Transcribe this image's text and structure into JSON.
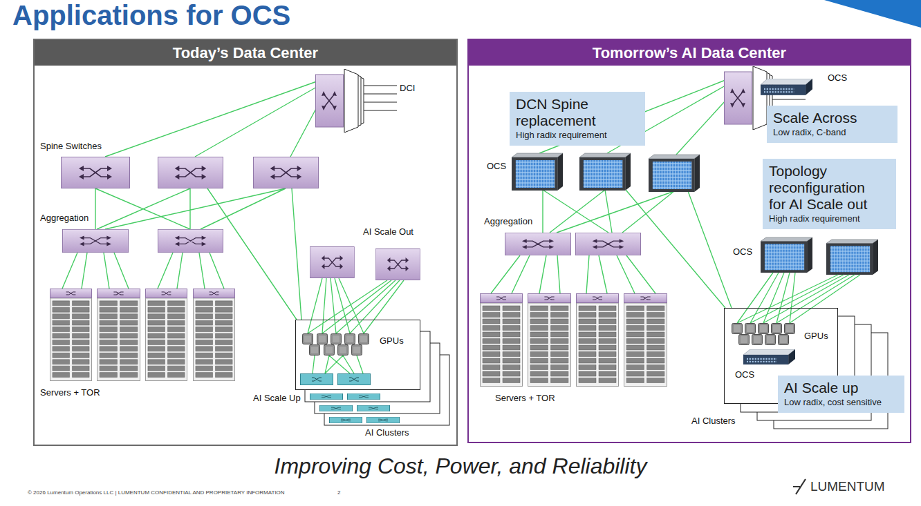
{
  "diagram": {
    "title": "Applications for OCS",
    "caption": "Improving Cost, Power, and Reliability",
    "nodes": [
      {
        "text": [
          "Today’s Data Center"
        ]
      },
      {
        "text": [
          "GPUs"
        ],
        "in": 0
      },
      {
        "text": [
          "Tomorrow’s AI Data Center"
        ]
      },
      {
        "text": [
          "DCN Spine replacement",
          "High radix requirement"
        ],
        "in": 2
      },
      {
        "text": [
          "Scale Across",
          "Low radix, C-band"
        ],
        "in": 2
      },
      {
        "text": [
          "Topology reconfiguration for AI Scale out",
          "High radix requirement"
        ],
        "in": 2
      },
      {
        "text": [
          "GPUs"
        ],
        "in": 2
      },
      {
        "text": [
          "AI Scale up",
          "Low radix, cost sensitive"
        ],
        "in": 2
      }
    ],
    "labels": [
      "DCI",
      "Spine Switches",
      "Aggregation",
      "AI Scale Out",
      "Servers + TOR",
      "AI Scale Up",
      "AI Clusters",
      "OCS",
      "OCS",
      "Aggregation",
      "OCS",
      "Servers + TOR",
      "OCS",
      "AI Clusters",
      "© 2026 Lumentum Operations LLC | LUMENTUM CONFIDENTIAL AND PROPRIETARY INFORMATION",
      "2",
      "LUMENTUM"
    ]
  }
}
